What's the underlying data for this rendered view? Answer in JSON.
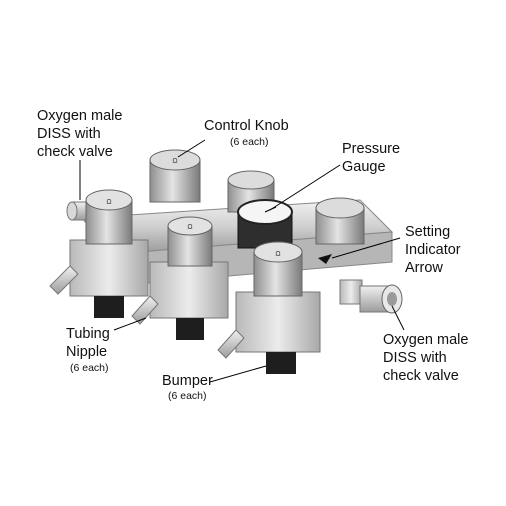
{
  "labels": {
    "oxygen_top_left": "Oxygen male\nDISS with\ncheck valve",
    "control_knob": "Control Knob",
    "control_knob_count": "(6 each)",
    "pressure_gauge": "Pressure\nGauge",
    "setting_indicator": "Setting\nIndicator\nArrow",
    "tubing_nipple": "Tubing\nNipple",
    "tubing_nipple_count": "(6 each)",
    "oxygen_bottom_right": "Oxygen male\nDISS with\ncheck valve",
    "bumper": "Bumper",
    "bumper_count": "(6 each)"
  },
  "colors": {
    "metal_light": "#e6e6e6",
    "metal_mid": "#c4c4c4",
    "metal_dark": "#8c8c8c",
    "knob_dark": "#3a3a3a",
    "bumper": "#1e1e1e",
    "leader": "#000000"
  }
}
